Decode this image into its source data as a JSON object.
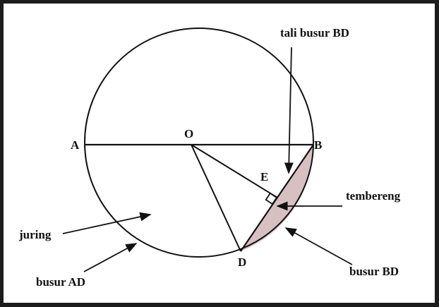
{
  "points": {
    "A": "A",
    "B": "B",
    "O": "O",
    "D": "D",
    "E": "E"
  },
  "annotations": {
    "chord": "tali busur BD",
    "segment": "tembereng",
    "sector": "juring",
    "minor_arc_AD": "busur AD",
    "minor_arc_BD": "busur BD"
  },
  "colors": {
    "segment_fill": "#d7c0c2",
    "line": "#111111",
    "background": "#ffffff",
    "frame": "#1c1c1c"
  }
}
